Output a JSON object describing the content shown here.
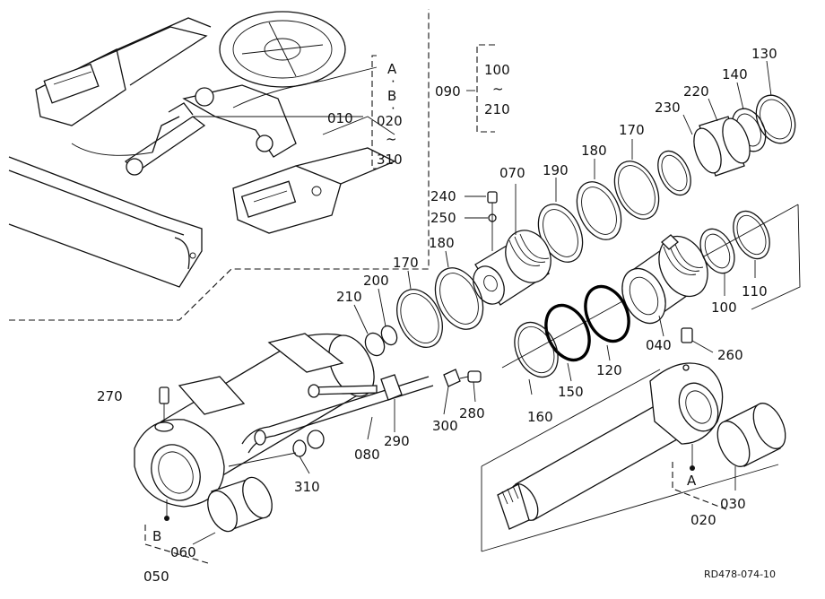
{
  "diagram": {
    "ref_code": "RD478-074-10",
    "labels": {
      "p010": "010",
      "p020_top": "020",
      "p310_top": "310",
      "pA_top": "A",
      "pB_top": "B",
      "p090": "090",
      "p100_top": "100",
      "p210_top": "210",
      "p130": "130",
      "p140": "140",
      "p220": "220",
      "p230": "230",
      "p170_right": "170",
      "p180_right": "180",
      "p190": "190",
      "p070": "070",
      "p240": "240",
      "p250": "250",
      "p180_left": "180",
      "p170_left": "170",
      "p200": "200",
      "p210": "210",
      "p110": "110",
      "p100": "100",
      "p040": "040",
      "p260": "260",
      "p120": "120",
      "p150": "150",
      "p160": "160",
      "p270": "270",
      "p290": "290",
      "p300": "300",
      "p280": "280",
      "p080": "080",
      "p310": "310",
      "pA": "A",
      "p030": "030",
      "p020": "020",
      "pB": "B",
      "p060": "060",
      "p050": "050"
    },
    "range_mark": "~"
  }
}
